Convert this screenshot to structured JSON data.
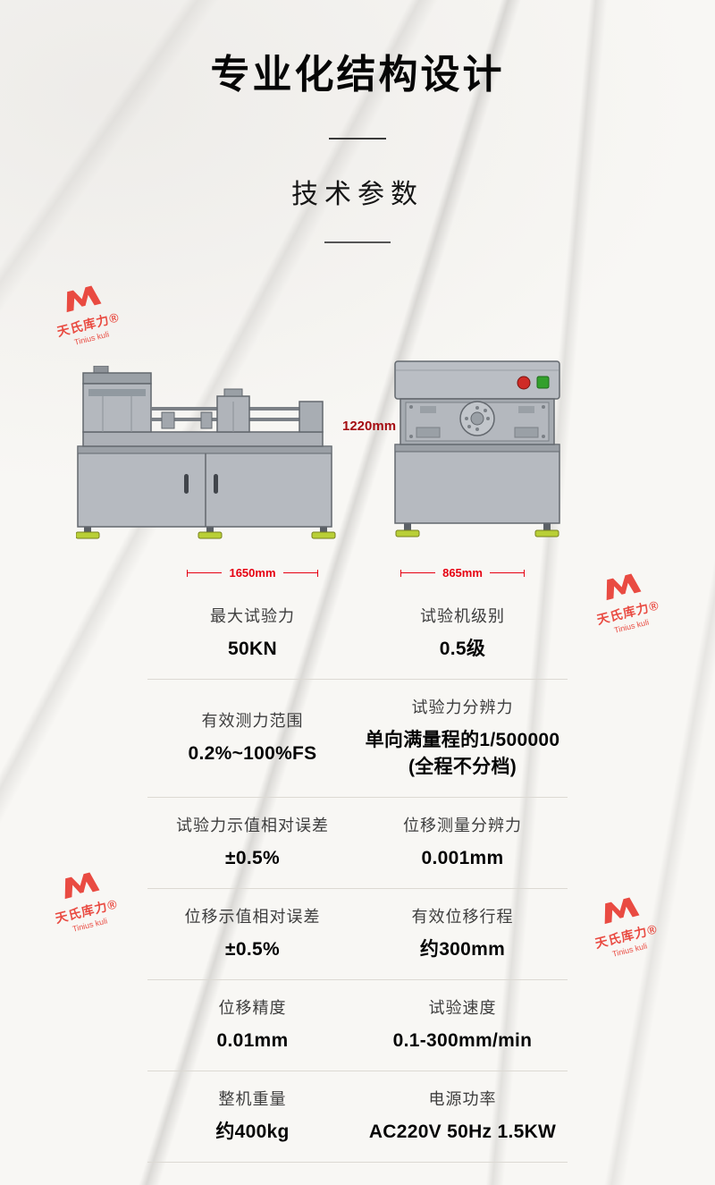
{
  "page": {
    "title": "专业化结构设计",
    "subtitle": "技术参数"
  },
  "colors": {
    "dimension_red": "#e60012",
    "brand_red": "#e8392f",
    "height_label_red": "#a50d12"
  },
  "machines": {
    "height_label": "1220mm",
    "left_width_label": "1650mm",
    "right_width_label": "865mm"
  },
  "watermark": {
    "cn": "天氏库力®",
    "en": "Tinius kuli"
  },
  "specs": [
    {
      "left": {
        "label": "最大试验力",
        "value": "50KN"
      },
      "right": {
        "label": "试验机级别",
        "value": "0.5级"
      }
    },
    {
      "left": {
        "label": "有效测力范围",
        "value": "0.2%~100%FS"
      },
      "right": {
        "label": "试验力分辨力",
        "value": "单向满量程的1/500000",
        "value2": "(全程不分档)"
      }
    },
    {
      "left": {
        "label": "试验力示值相对误差",
        "value": "±0.5%"
      },
      "right": {
        "label": "位移测量分辨力",
        "value": "0.001mm"
      }
    },
    {
      "left": {
        "label": "位移示值相对误差",
        "value": "±0.5%"
      },
      "right": {
        "label": "有效位移行程",
        "value": "约300mm"
      }
    },
    {
      "left": {
        "label": "位移精度",
        "value": "0.01mm"
      },
      "right": {
        "label": "试验速度",
        "value": "0.1-300mm/min"
      }
    },
    {
      "left": {
        "label": "整机重量",
        "value": "约400kg"
      },
      "right": {
        "label": "电源功率",
        "value": "AC220V 50Hz 1.5KW"
      }
    }
  ]
}
